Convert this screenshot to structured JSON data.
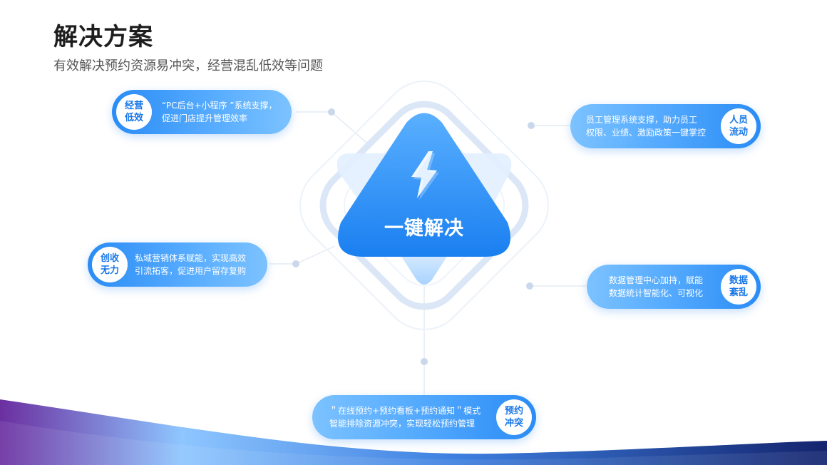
{
  "header": {
    "title": "解决方案",
    "subtitle": "有效解决预约资源易冲突，经营混乱低效等问题"
  },
  "center": {
    "label": "一键解决",
    "icon": "lightning-icon"
  },
  "items": [
    {
      "badge_line1": "经营",
      "badge_line2": "低效",
      "line1": "“PC后台+小程序 ”系统支撑，",
      "line2": "促进门店提升管理效率"
    },
    {
      "badge_line1": "人员",
      "badge_line2": "流动",
      "line1": "员工管理系统支撑，助力员工",
      "line2": "权限、业绩、激励政策一键掌控"
    },
    {
      "badge_line1": "创收",
      "badge_line2": "无力",
      "line1": "私域营销体系赋能，实现高效",
      "line2": "引流拓客，促进用户留存复购"
    },
    {
      "badge_line1": "数据",
      "badge_line2": "紊乱",
      "line1": "数据管理中心加持，赋能",
      "line2": "数据统计智能化、可视化"
    },
    {
      "badge_line1": "预约",
      "badge_line2": "冲突",
      "line1": "＂在线预约+预约看板+预约通知＂模式",
      "line2": "智能排除资源冲突，实现轻松预约管理"
    }
  ],
  "colors": {
    "accent": "#1877e8",
    "pill_light": "#7cc2ff",
    "wave_purple": "#6b2fa0",
    "wave_navy": "#1a2a7a"
  }
}
